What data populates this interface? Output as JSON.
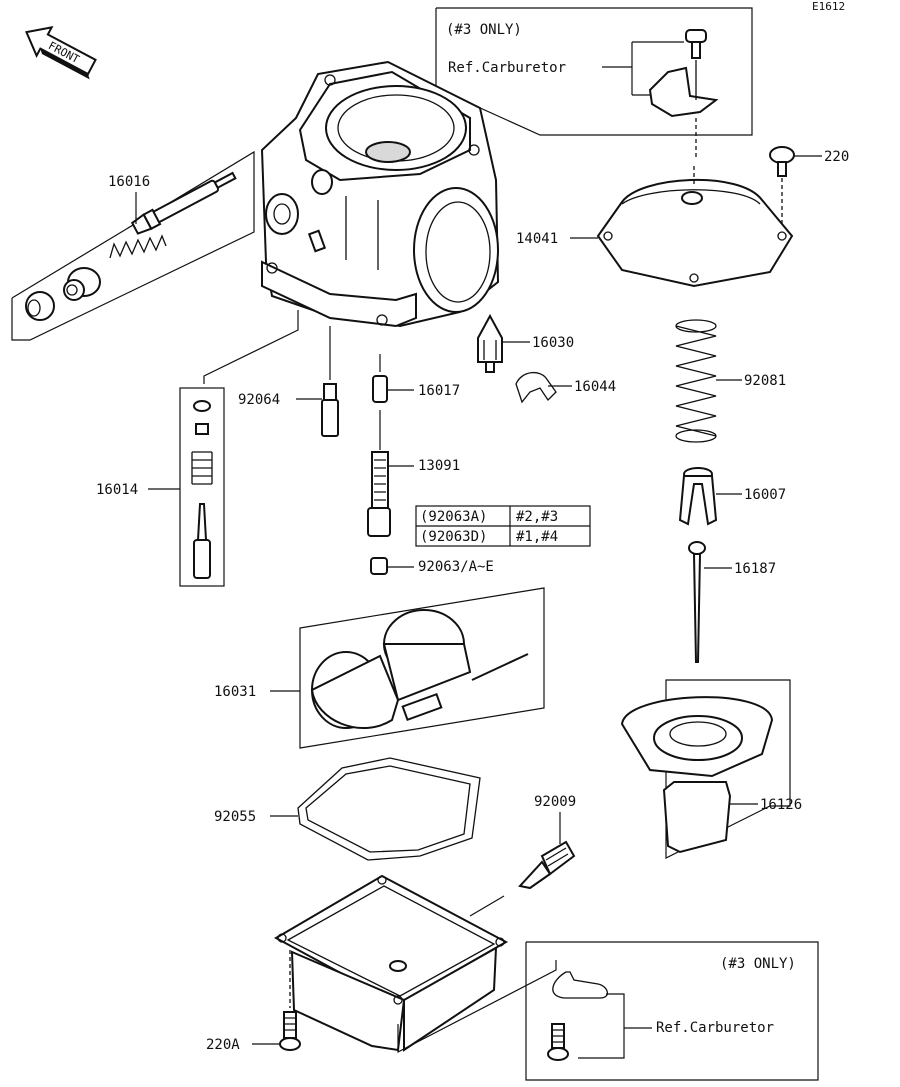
{
  "diagram_id": "E1612",
  "front_label": "FRONT",
  "callouts": {
    "c16016": "16016",
    "c16014": "16014",
    "c92064": "92064",
    "c16017": "16017",
    "c13091": "13091",
    "c92063ae": "92063/A~E",
    "c16030": "16030",
    "c16044": "16044",
    "c220": "220",
    "c14041": "14041",
    "c92081": "92081",
    "c16007": "16007",
    "c16187": "16187",
    "c16031": "16031",
    "c92055": "92055",
    "c92009": "92009",
    "c16126": "16126",
    "c220a": "220A"
  },
  "note_top": {
    "title": "(#3 ONLY)",
    "ref": "Ref.Carburetor"
  },
  "note_bottom": {
    "title": "(#3 ONLY)",
    "ref": "Ref.Carburetor"
  },
  "jet_table": {
    "rows": [
      {
        "part": "(92063A)",
        "cyl": "#2,#3"
      },
      {
        "part": "(92063D)",
        "cyl": "#1,#4"
      }
    ]
  },
  "colors": {
    "line": "#111111",
    "shade": "#d9d9d9",
    "background": "#ffffff"
  }
}
